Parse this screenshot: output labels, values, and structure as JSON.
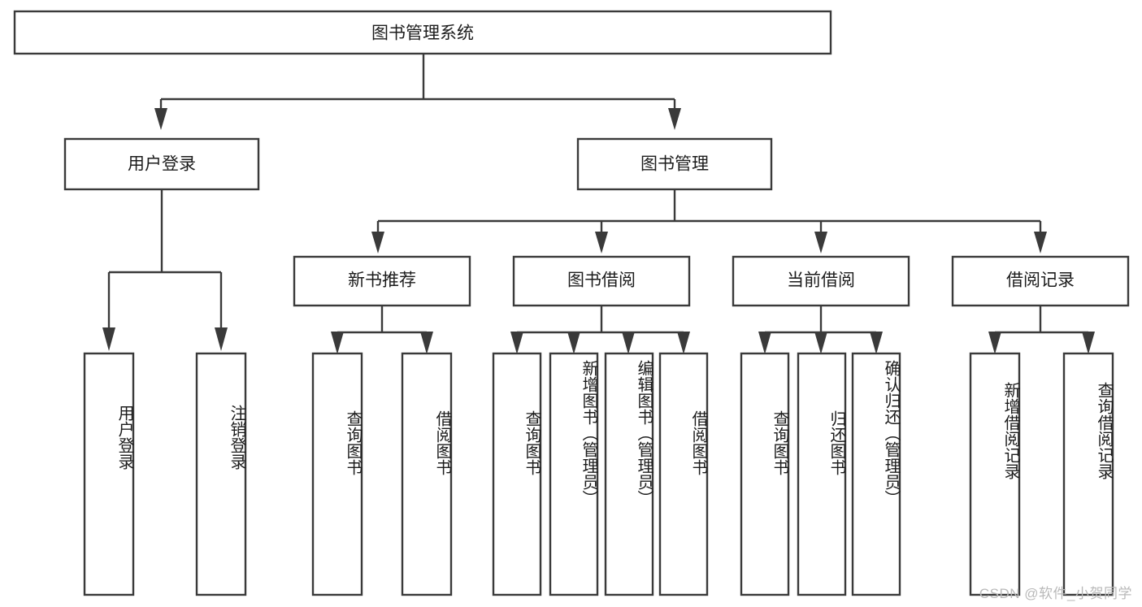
{
  "diagram": {
    "title": "图书管理系统",
    "type": "功能结构图",
    "watermark": "CSDN @软件_小贺同学",
    "colors": {
      "stroke": "#3a3a3a",
      "fill": "#ffffff",
      "text": "#1c1c1c",
      "watermark": "#b9b9b9",
      "background": "#ffffff"
    },
    "root": {
      "label": "图书管理系统"
    },
    "level2": [
      {
        "id": "user-login",
        "label": "用户登录"
      },
      {
        "id": "book-management",
        "label": "图书管理"
      }
    ],
    "level3": [
      {
        "id": "new-book-recommend",
        "label": "新书推荐",
        "parent": "book-management"
      },
      {
        "id": "book-borrow",
        "label": "图书借阅",
        "parent": "book-management"
      },
      {
        "id": "current-borrow",
        "label": "当前借阅",
        "parent": "book-management"
      },
      {
        "id": "borrow-record",
        "label": "借阅记录",
        "parent": "book-management"
      }
    ],
    "leaves": {
      "user-login": [
        {
          "id": "leaf-user-login",
          "label": "用户登录"
        },
        {
          "id": "leaf-logout-login",
          "label": "注销登录"
        }
      ],
      "new-book-recommend": [
        {
          "id": "leaf-query-book-1",
          "label": "查询图书"
        },
        {
          "id": "leaf-borrow-book-1",
          "label": "借阅图书"
        }
      ],
      "book-borrow": [
        {
          "id": "leaf-query-book-2",
          "label": "查询图书"
        },
        {
          "id": "leaf-add-book",
          "label": "新增图书（管理员）"
        },
        {
          "id": "leaf-edit-book",
          "label": "编辑图书（管理员）"
        },
        {
          "id": "leaf-borrow-book-2",
          "label": "借阅图书"
        }
      ],
      "current-borrow": [
        {
          "id": "leaf-query-book-3",
          "label": "查询图书"
        },
        {
          "id": "leaf-return-book",
          "label": "归还图书"
        },
        {
          "id": "leaf-confirm-return",
          "label": "确认归还（管理员）"
        }
      ],
      "borrow-record": [
        {
          "id": "leaf-add-record",
          "label": "新增借阅记录"
        },
        {
          "id": "leaf-query-record",
          "label": "查询借阅记录"
        }
      ]
    }
  }
}
